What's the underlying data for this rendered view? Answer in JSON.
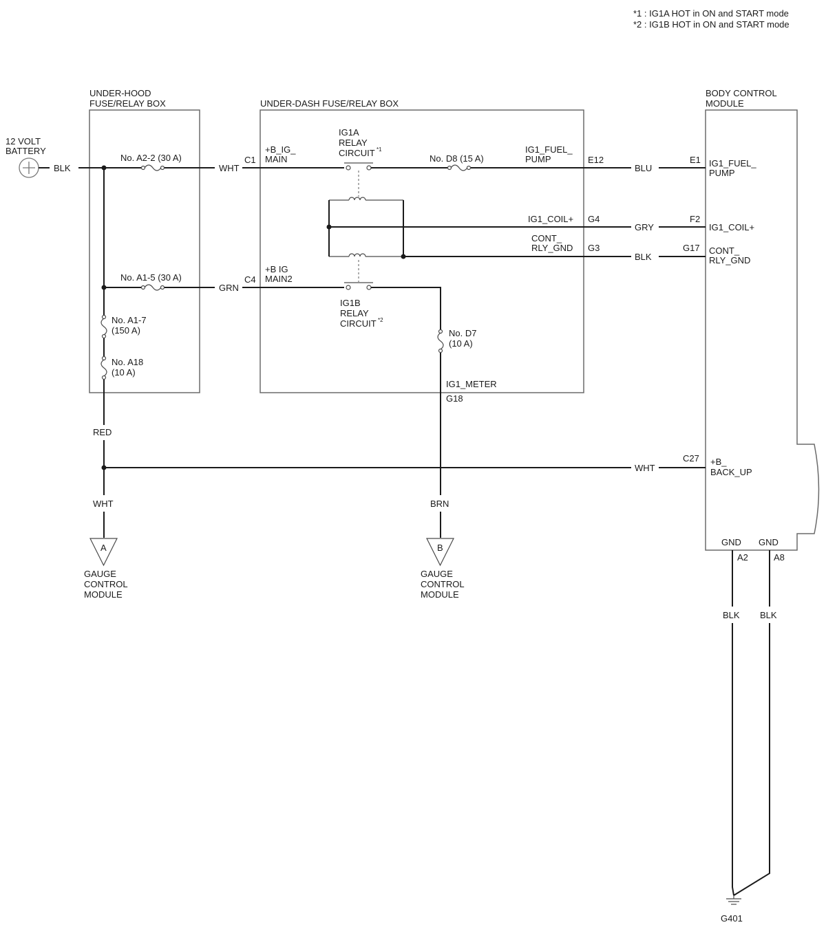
{
  "notes": {
    "n1": "*1 : IG1A HOT in ON and START mode",
    "n2": "*2 : IG1B HOT in ON and START mode"
  },
  "battery": {
    "line1": "12 VOLT",
    "line2": "BATTERY",
    "wire": "BLK"
  },
  "underhood": {
    "title1": "UNDER-HOOD",
    "title2": "FUSE/RELAY BOX",
    "fuse_a22": "No. A2-2 (30 A)",
    "fuse_a15": "No. A1-5 (30 A)",
    "fuse_a17_1": "No. A1-7",
    "fuse_a17_2": "(150 A)",
    "fuse_a18_1": "No. A18",
    "fuse_a18_2": "(10 A)"
  },
  "underdash": {
    "title": "UNDER-DASH FUSE/RELAY BOX",
    "pin_c1": "C1",
    "pin_c4": "C4",
    "main_1": "+B_IG_",
    "main_2": "MAIN",
    "main2_1": "+B IG",
    "main2_2": "MAIN2",
    "ig1a_1": "IG1A",
    "ig1a_2": "RELAY",
    "ig1a_3": "CIRCUIT",
    "ig1a_sup": "*1",
    "ig1b_1": "IG1B",
    "ig1b_2": "RELAY",
    "ig1b_3": "CIRCUIT",
    "ig1b_sup": "*2",
    "fuse_d8": "No. D8 (15 A)",
    "fuse_d7_1": "No. D7",
    "fuse_d7_2": "(10 A)",
    "fuel_1": "IG1_FUEL_",
    "fuel_2": "PUMP",
    "pin_e12": "E12",
    "coil": "IG1_COIL+",
    "pin_g4": "G4",
    "cont_1": "CONT_",
    "cont_2": "RLY_GND",
    "pin_g3": "G3",
    "meter": "IG1_METER",
    "pin_g18": "G18"
  },
  "bcm": {
    "title1": "BODY CONTROL",
    "title2": "MODULE",
    "pin_e1": "E1",
    "fuel_1": "IG1_FUEL_",
    "fuel_2": "PUMP",
    "pin_f2": "F2",
    "coil": "IG1_COIL+",
    "pin_g17": "G17",
    "cont_1": "CONT_",
    "cont_2": "RLY_GND",
    "pin_c27": "C27",
    "backup_1": "+B_",
    "backup_2": "BACK_UP",
    "gnd1": "GND",
    "gnd2": "GND",
    "pin_a2": "A2",
    "pin_a8": "A8"
  },
  "wires": {
    "wht_c1": "WHT",
    "grn_c4": "GRN",
    "blu_e1": "BLU",
    "gry_f2": "GRY",
    "blk_g17": "BLK",
    "red": "RED",
    "wht_c27": "WHT",
    "wht_a": "WHT",
    "brn_b": "BRN",
    "blk_a2": "BLK",
    "blk_a8": "BLK"
  },
  "connectors": {
    "a_letter": "A",
    "a_1": "GAUGE",
    "a_2": "CONTROL",
    "a_3": "MODULE",
    "b_letter": "B",
    "b_1": "GAUGE",
    "b_2": "CONTROL",
    "b_3": "MODULE"
  },
  "ground": {
    "label": "G401"
  }
}
